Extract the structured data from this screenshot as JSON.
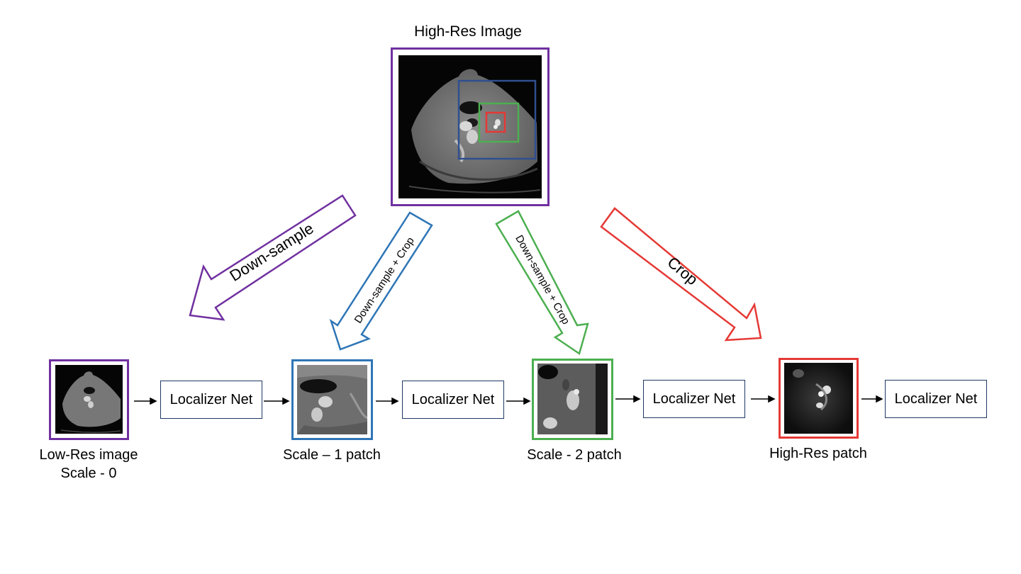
{
  "title": "High-Res Image",
  "arrows": {
    "downsample": "Down-sample",
    "downsample_crop_1": "Down-sample + Crop",
    "downsample_crop_2": "Down-sample + Crop",
    "crop": "Crop"
  },
  "stages": [
    {
      "caption_line1": "Low-Res image",
      "caption_line2": "Scale - 0",
      "net_label": "Localizer Net"
    },
    {
      "caption_line1": "Scale – 1 patch",
      "net_label": "Localizer Net"
    },
    {
      "caption_line1": "Scale - 2 patch",
      "net_label": "Localizer Net"
    },
    {
      "caption_line1": "High-Res patch",
      "net_label": "Localizer Net"
    }
  ],
  "colors": {
    "purple": "#7030a0",
    "blue": "#2e75b6",
    "green": "#4caf50",
    "red": "#e53935",
    "navy": "#1f3864"
  }
}
